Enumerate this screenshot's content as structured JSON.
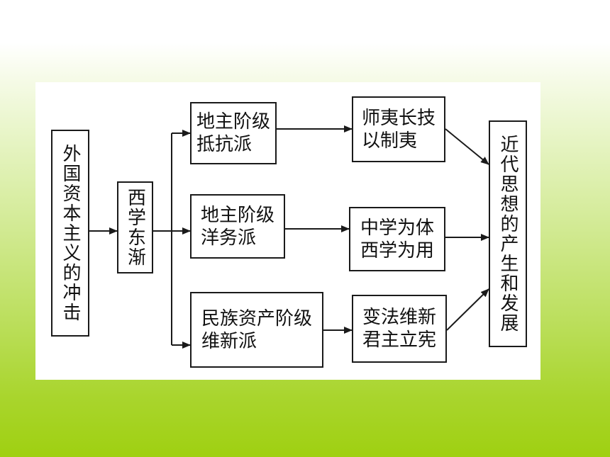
{
  "diagram": {
    "nodes": {
      "impact": "外国资本主义的冲击",
      "west_east": "西学东渐",
      "landlord_resist": "地主阶级\n抵抗派",
      "landlord_western": "地主阶级\n洋务派",
      "bourgeois_reform": "民族资产阶级\n维新派",
      "learn_barbarian": "师夷长技\n以制夷",
      "chinese_western": "中学为体\n西学为用",
      "reform_monarchy": "变法维新\n君主立宪",
      "modern_thought": "近代思想的产生和发展"
    }
  }
}
